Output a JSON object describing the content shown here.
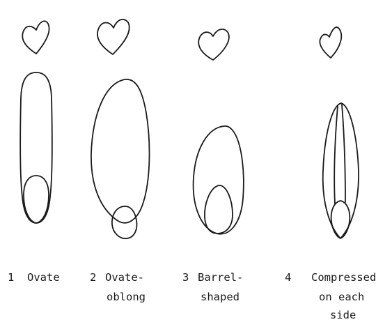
{
  "figures": [
    {
      "number": "1",
      "label_lines": [
        "Ovate"
      ]
    },
    {
      "number": "2",
      "label_lines": [
        "Ovate-",
        "oblong"
      ]
    },
    {
      "number": "3",
      "label_lines": [
        "Barrel-",
        "shaped"
      ]
    },
    {
      "number": "4",
      "label_lines": [
        "Compressed",
        "on each",
        "side"
      ]
    }
  ]
}
